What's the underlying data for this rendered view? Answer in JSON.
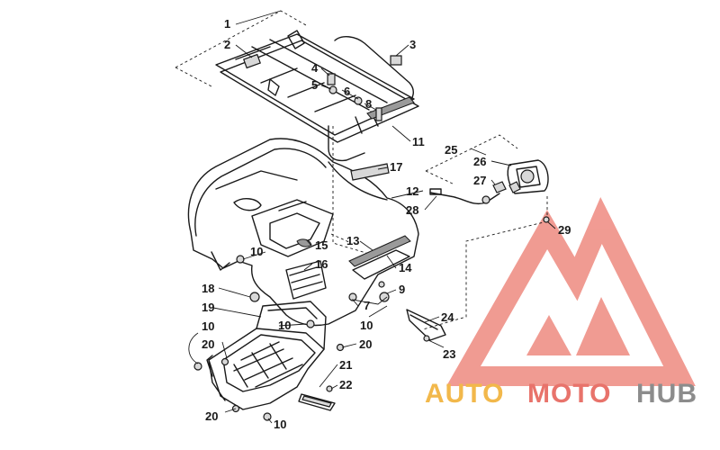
{
  "callouts": [
    {
      "id": "1",
      "text": "1"
    },
    {
      "id": "2",
      "text": "2"
    },
    {
      "id": "3",
      "text": "3"
    },
    {
      "id": "4",
      "text": "4"
    },
    {
      "id": "5",
      "text": "5"
    },
    {
      "id": "6",
      "text": "6"
    },
    {
      "id": "8",
      "text": "8"
    },
    {
      "id": "11",
      "text": "11"
    },
    {
      "id": "17",
      "text": "17"
    },
    {
      "id": "12",
      "text": "12"
    },
    {
      "id": "28",
      "text": "28"
    },
    {
      "id": "25",
      "text": "25"
    },
    {
      "id": "26",
      "text": "26"
    },
    {
      "id": "27",
      "text": "27"
    },
    {
      "id": "29",
      "text": "29"
    },
    {
      "id": "15",
      "text": "15"
    },
    {
      "id": "13",
      "text": "13"
    },
    {
      "id": "10a",
      "text": "10"
    },
    {
      "id": "16",
      "text": "16"
    },
    {
      "id": "14",
      "text": "14"
    },
    {
      "id": "9",
      "text": "9"
    },
    {
      "id": "18",
      "text": "18"
    },
    {
      "id": "7",
      "text": "7"
    },
    {
      "id": "19",
      "text": "19"
    },
    {
      "id": "10b",
      "text": "10"
    },
    {
      "id": "10c",
      "text": "10"
    },
    {
      "id": "10d",
      "text": "10"
    },
    {
      "id": "24",
      "text": "24"
    },
    {
      "id": "20a",
      "text": "20"
    },
    {
      "id": "20b",
      "text": "20"
    },
    {
      "id": "23",
      "text": "23"
    },
    {
      "id": "21",
      "text": "21"
    },
    {
      "id": "22",
      "text": "22"
    },
    {
      "id": "20c",
      "text": "20"
    },
    {
      "id": "10e",
      "text": "10"
    }
  ],
  "watermark": {
    "word_auto": "AUTO",
    "word_moto": "MOTO",
    "word_hub": "HUB",
    "color_auto": "#f2b84b",
    "color_moto": "#e8736b",
    "color_hub": "#8c8c8c",
    "logo_color": "#ee8a80"
  }
}
